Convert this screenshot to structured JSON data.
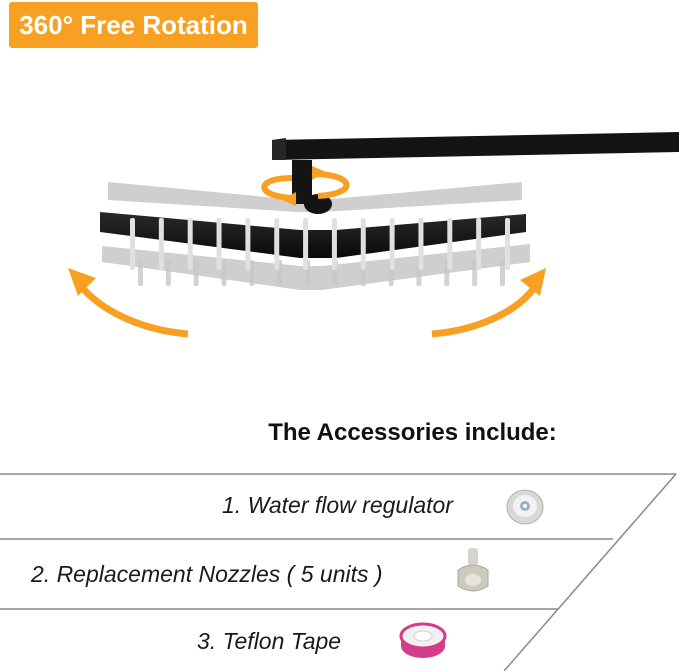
{
  "badge": {
    "text": "360° Free Rotation",
    "color": "#f7a022"
  },
  "heading": "The Accessories include:",
  "accessories": [
    {
      "label": "1. Water flow regulator",
      "icon": "flow-regulator-icon"
    },
    {
      "label": "2. Replacement Nozzles ( 5 units )",
      "icon": "nozzle-icon"
    },
    {
      "label": "3. Teflon Tape",
      "icon": "teflon-tape-icon"
    }
  ],
  "colors": {
    "accent": "#f7a022",
    "product": "#141414",
    "lines": "#8a8a8a"
  }
}
